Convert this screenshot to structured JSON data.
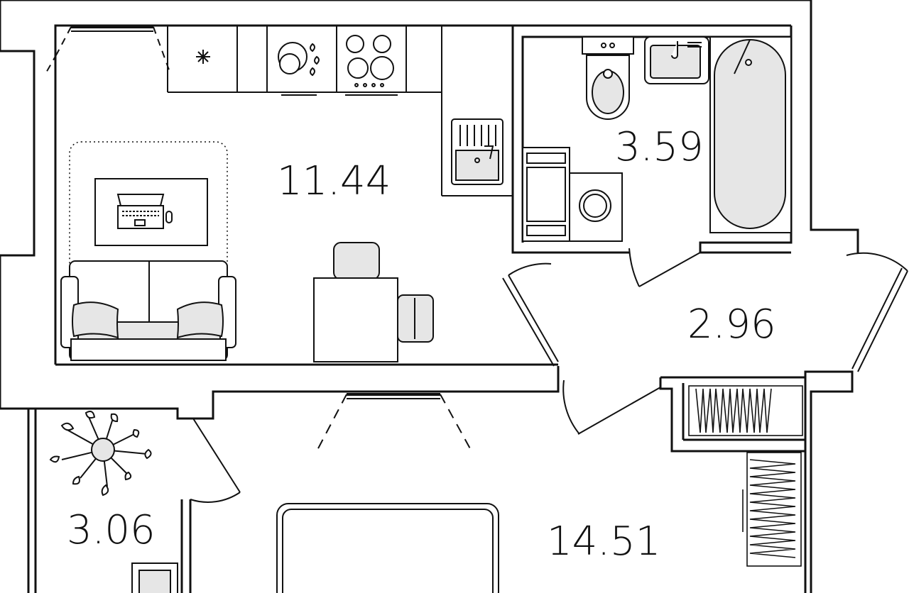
{
  "plan": {
    "colors": {
      "wall": "#111111",
      "fill": "#ffffff",
      "furniture_fill": "#e6e6e6",
      "line": "#111111"
    },
    "rooms": [
      {
        "id": "kitchen-living",
        "area": "11.44"
      },
      {
        "id": "bathroom",
        "area": "3.59"
      },
      {
        "id": "hallway",
        "area": "2.96"
      },
      {
        "id": "balcony",
        "area": "3.06"
      },
      {
        "id": "bedroom",
        "area": "14.51"
      }
    ],
    "icons": [
      "fridge-icon",
      "dishwasher-icon",
      "stove-icon",
      "sink-icon",
      "laptop-icon",
      "sofa-icon",
      "dining-table-icon",
      "toilet-icon",
      "washbasin-icon",
      "bathtub-icon",
      "washing-machine-icon",
      "wardrobe-icon",
      "plant-icon",
      "bed-icon",
      "window-icon",
      "door-icon"
    ]
  }
}
